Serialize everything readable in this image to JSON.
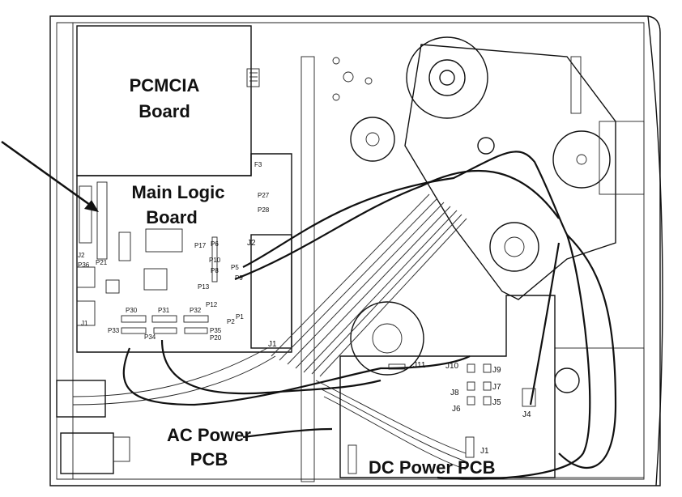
{
  "labels": {
    "pcmcia": [
      "PCMCIA",
      "Board"
    ],
    "main_logic": [
      "Main Logic",
      "Board"
    ],
    "ac_power": [
      "AC Power",
      "PCB"
    ],
    "dc_power": "DC Power PCB"
  },
  "main_logic_connectors": [
    "J2",
    "P21",
    "P36",
    "J1",
    "P30",
    "P31",
    "P32",
    "P33",
    "P34",
    "P35",
    "P20",
    "P17",
    "P6",
    "P10",
    "P8",
    "P13",
    "P12",
    "P1",
    "P2",
    "P5",
    "P9",
    "P27",
    "P28",
    "F3"
  ],
  "center_connectors": {
    "j2": "J2",
    "j1": "J1"
  },
  "dc_power_connectors": [
    "J11",
    "J10",
    "J9",
    "J8",
    "J7",
    "J6",
    "J5",
    "J4",
    "J1"
  ]
}
